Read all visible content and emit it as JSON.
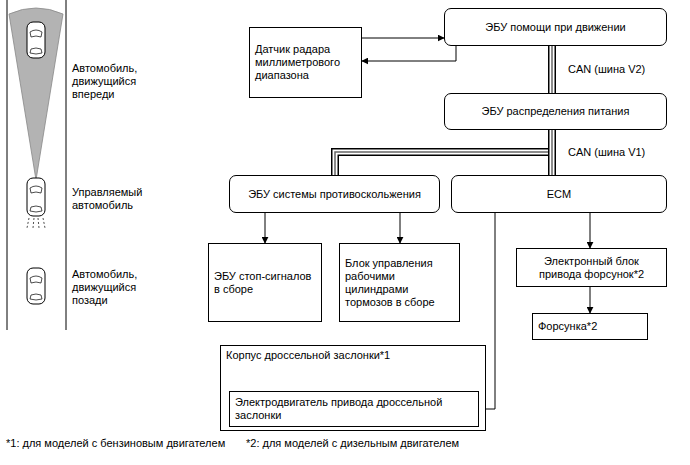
{
  "diagram": {
    "nodes": [
      {
        "text": [
          "Датчик радара миллиметрового диапазона"
        ]
      },
      {
        "text": [
          "ЭБУ помощи при движении"
        ]
      },
      {
        "text": [
          "ЭБУ распределения питания"
        ]
      },
      {
        "text": [
          "ЭБУ системы противоскольжения"
        ]
      },
      {
        "text": [
          "ECM"
        ]
      },
      {
        "text": [
          "ЭБУ стоп-сигналов в сборе"
        ]
      },
      {
        "text": [
          "Блок управления рабочими цилиндрами тормозов в сборе"
        ]
      },
      {
        "text": [
          "Электронный блок привода форсунок*2"
        ]
      },
      {
        "text": [
          "Форсунка*2"
        ]
      },
      {
        "text": [
          "Корпус дроссельной заслонки*1"
        ]
      },
      {
        "text": [
          "Электродвигатель привода дроссельной заслонки"
        ],
        "in": 9
      }
    ],
    "edges": [
      {
        "from": 0,
        "to": 1,
        "arrow": "to"
      },
      {
        "from": 1,
        "to": 0,
        "arrow": "to"
      },
      {
        "from": 1,
        "to": 2,
        "arrow": "none",
        "label": "CAN (шина V2)"
      },
      {
        "from": 2,
        "to": 3,
        "arrow": "none"
      },
      {
        "from": 2,
        "to": 4,
        "arrow": "none",
        "label": "CAN (шина V1)"
      },
      {
        "from": 3,
        "to": 5,
        "arrow": "to"
      },
      {
        "from": 3,
        "to": 6,
        "arrow": "to"
      },
      {
        "from": 4,
        "to": 7,
        "arrow": "to"
      },
      {
        "from": 7,
        "to": 8,
        "arrow": "to"
      },
      {
        "from": 4,
        "to": 10,
        "arrow": "to"
      }
    ],
    "labels": [
      "Автомобиль, движущийся впереди",
      "Управляемый автомобиль",
      "Автомобиль, движущийся позади",
      "*1: для моделей с бензиновым двигателем",
      "*2: для моделей с дизельным двигателем"
    ]
  }
}
